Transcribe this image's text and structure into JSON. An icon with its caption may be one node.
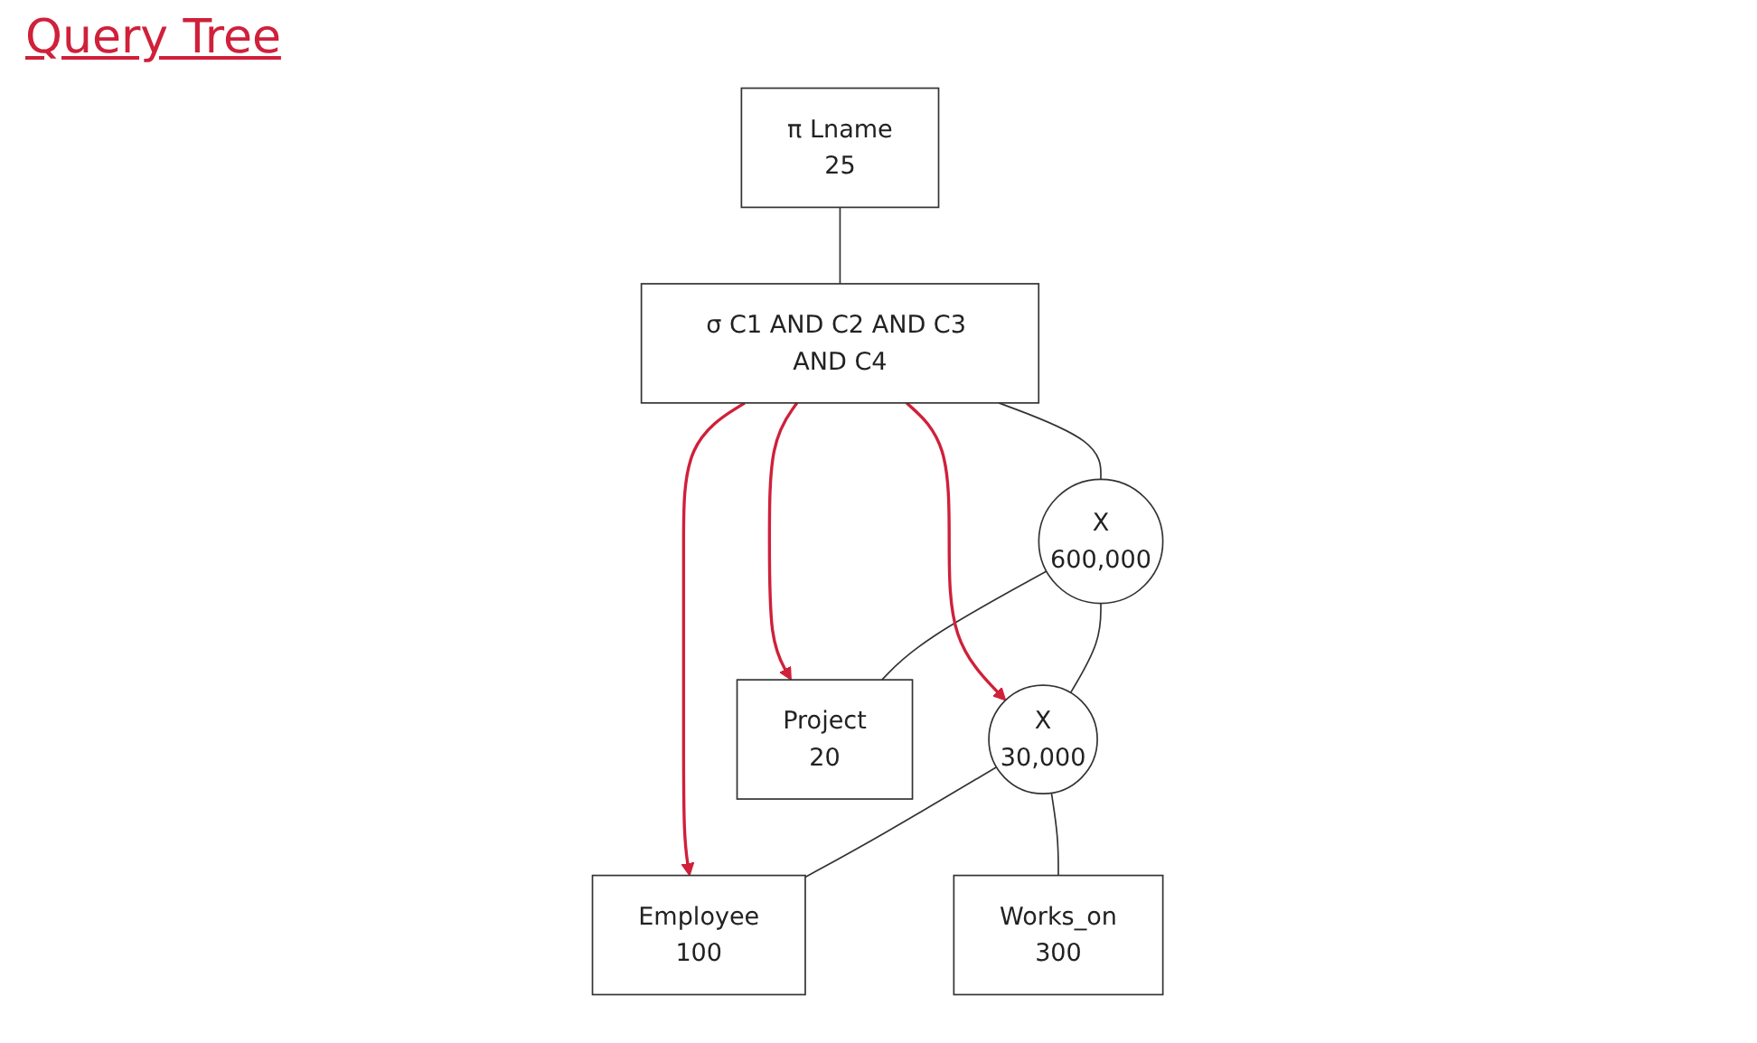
{
  "diagram": {
    "title": "Query Tree",
    "nodes": [
      {
        "text": [
          "π Lname",
          "25"
        ]
      },
      {
        "text": [
          "σ C1 AND C2 AND C3 AND C4"
        ]
      },
      {
        "text": [
          "X",
          "600,000"
        ]
      },
      {
        "text": [
          "X",
          "30,000"
        ]
      },
      {
        "text": [
          "Employee",
          "100"
        ]
      },
      {
        "text": [
          "Works_on",
          "300"
        ]
      },
      {
        "text": [
          "Project",
          "20"
        ]
      }
    ],
    "edges": [
      {
        "from": 0,
        "to": 1,
        "arrow": "none"
      },
      {
        "from": 1,
        "to": 2,
        "arrow": "none"
      },
      {
        "from": 2,
        "to": 3,
        "arrow": "none"
      },
      {
        "from": 2,
        "to": 6,
        "arrow": "none"
      },
      {
        "from": 3,
        "to": 4,
        "arrow": "none"
      },
      {
        "from": 3,
        "to": 5,
        "arrow": "none"
      },
      {
        "from": 1,
        "to": 3,
        "arrow": "to",
        "color": "#d0203a"
      },
      {
        "from": 1,
        "to": 6,
        "arrow": "to",
        "color": "#d0203a"
      },
      {
        "from": 1,
        "to": 4,
        "arrow": "to",
        "color": "#d0203a"
      }
    ]
  }
}
